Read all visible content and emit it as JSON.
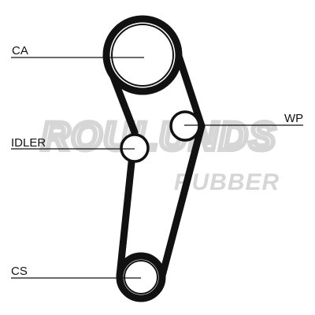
{
  "diagram": {
    "labels": {
      "ca": "CA",
      "wp": "WP",
      "idler": "IDLER",
      "cs": "CS"
    },
    "watermark": {
      "line1": "ROULUNDS",
      "line2": "RUBBER"
    },
    "colors": {
      "belt": "#111111",
      "pulley_fill": "#ffffff",
      "leader": "#111111",
      "watermark": "#d6d6d6"
    }
  }
}
